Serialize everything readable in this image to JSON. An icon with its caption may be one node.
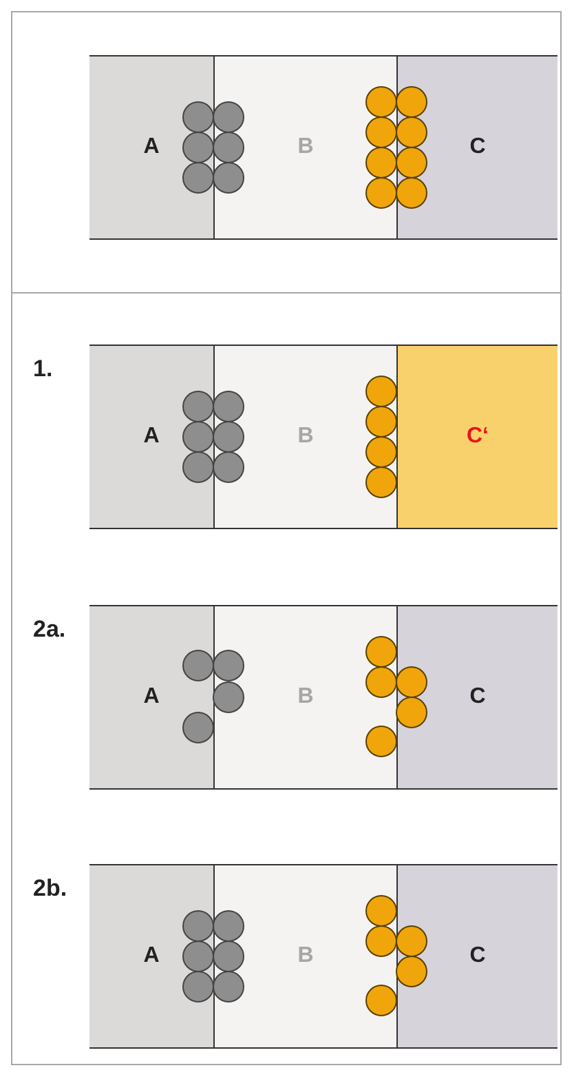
{
  "diagram": {
    "nodes": [
      {
        "text": [
          "A"
        ]
      },
      {
        "text": [
          "B"
        ]
      },
      {
        "text": [
          "C"
        ]
      },
      {
        "text": [
          "A"
        ]
      },
      {
        "text": [
          "B"
        ]
      },
      {
        "text": [
          "C‘"
        ]
      },
      {
        "text": [
          "A"
        ]
      },
      {
        "text": [
          "B"
        ]
      },
      {
        "text": [
          "C"
        ]
      },
      {
        "text": [
          "A"
        ]
      },
      {
        "text": [
          "B"
        ]
      },
      {
        "text": [
          "C"
        ]
      }
    ],
    "labels": [
      "1.",
      "2a.",
      "2b."
    ]
  }
}
